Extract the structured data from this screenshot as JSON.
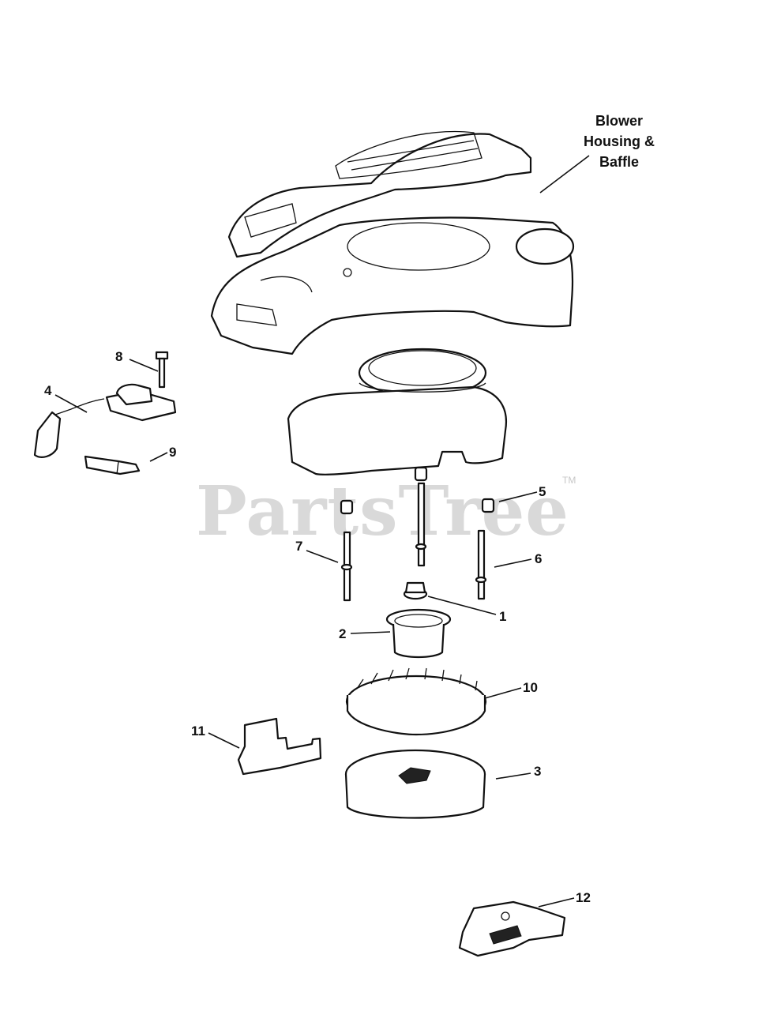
{
  "title_label": [
    "Blower",
    "Housing &",
    "Baffle"
  ],
  "watermark": "PartsTree",
  "watermark_tm": "TM",
  "callouts": {
    "c1": "1",
    "c2": "2",
    "c3": "3",
    "c4": "4",
    "c5": "5",
    "c6": "6",
    "c7": "7",
    "c8": "8",
    "c9": "9",
    "c10": "10",
    "c11": "11",
    "c12": "12"
  }
}
